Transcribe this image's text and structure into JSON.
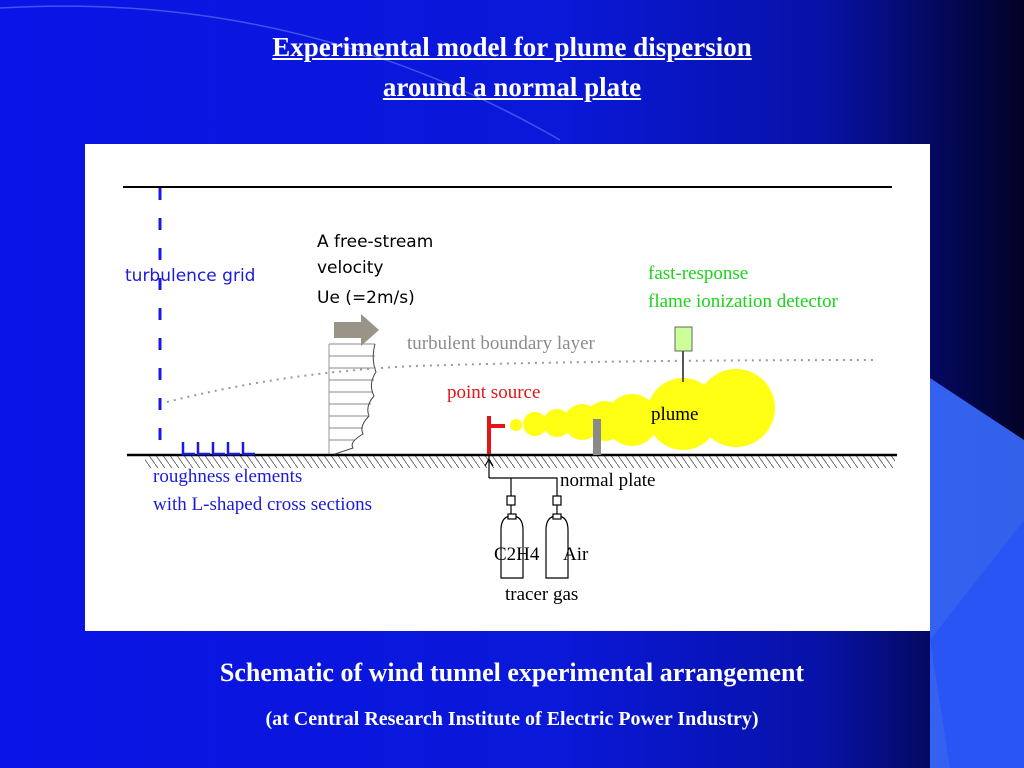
{
  "slide": {
    "title_line1": "Experimental model for plume dispersion",
    "title_line2": "around a normal plate",
    "caption": "Schematic of wind tunnel experimental arrangement",
    "subcaption": "(at Central Research Institute of Electric Power Industry)"
  },
  "diagram": {
    "turbulence_grid": "turbulence grid",
    "free_stream_line1": "A free-stream",
    "free_stream_line2": "velocity",
    "free_stream_line3": "Ue (=2m/s)",
    "detector_line1": "fast-response",
    "detector_line2": "flame ionization detector",
    "boundary_layer": "turbulent boundary layer",
    "point_source": "point source",
    "plume": "plume",
    "roughness_line1": "roughness elements",
    "roughness_line2": "with L-shaped cross sections",
    "normal_plate": "normal plate",
    "gas1": "C2H4",
    "gas2": "Air",
    "tracer_gas": "tracer gas"
  },
  "colors": {
    "background": "#0a14e6",
    "blue_text": "#1a1adc",
    "green_text": "#19d419",
    "gray_text": "#8c8c8c",
    "red_text": "#e61414",
    "plume": "#ffff14",
    "detector": "#ccff99"
  }
}
